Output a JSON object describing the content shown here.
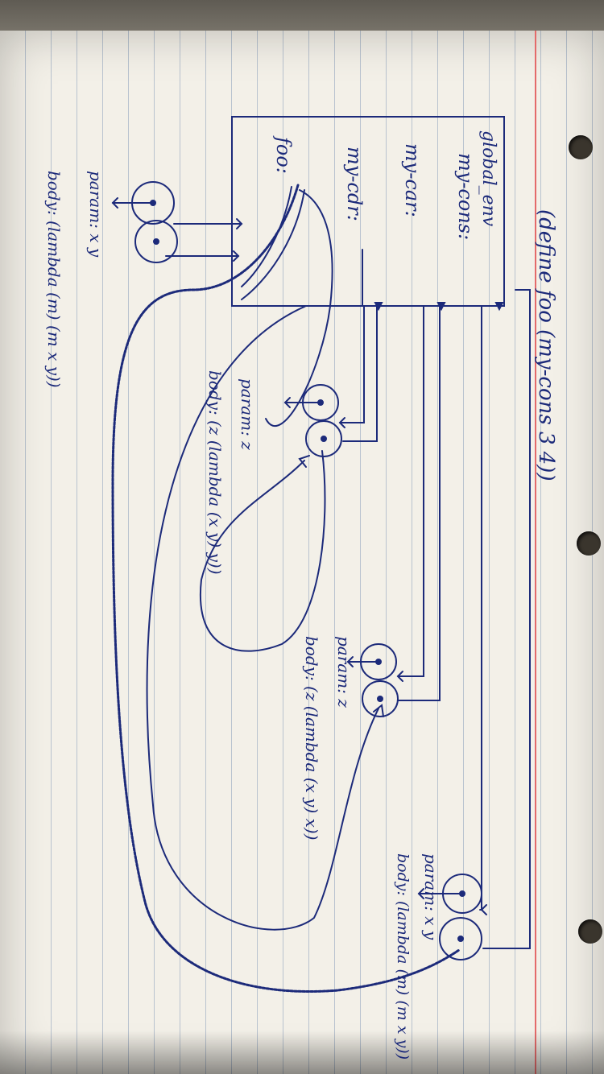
{
  "colors": {
    "paper": "#f3f0e8",
    "rule_line": "#b9c3cf",
    "margin_line": "#e46a6a",
    "ink": "#1c2a7a"
  },
  "note": {
    "title": "(define foo (my-cons 3 4))",
    "frame": {
      "label": "global_env",
      "vars": [
        "my-cons:",
        "my-car:",
        "my-cdr:",
        "foo:"
      ]
    },
    "closures": [
      {
        "param": "param: x y",
        "body": "body: (lambda (m) (m x y))"
      },
      {
        "param": "param: z",
        "body": "body: (z (lambda (x y) x))"
      },
      {
        "param": "param: z",
        "body": "body: (z (lambda (x y) y))"
      },
      {
        "param": "param: x y",
        "body": "body: (lambda (m) (m x y))"
      }
    ]
  }
}
